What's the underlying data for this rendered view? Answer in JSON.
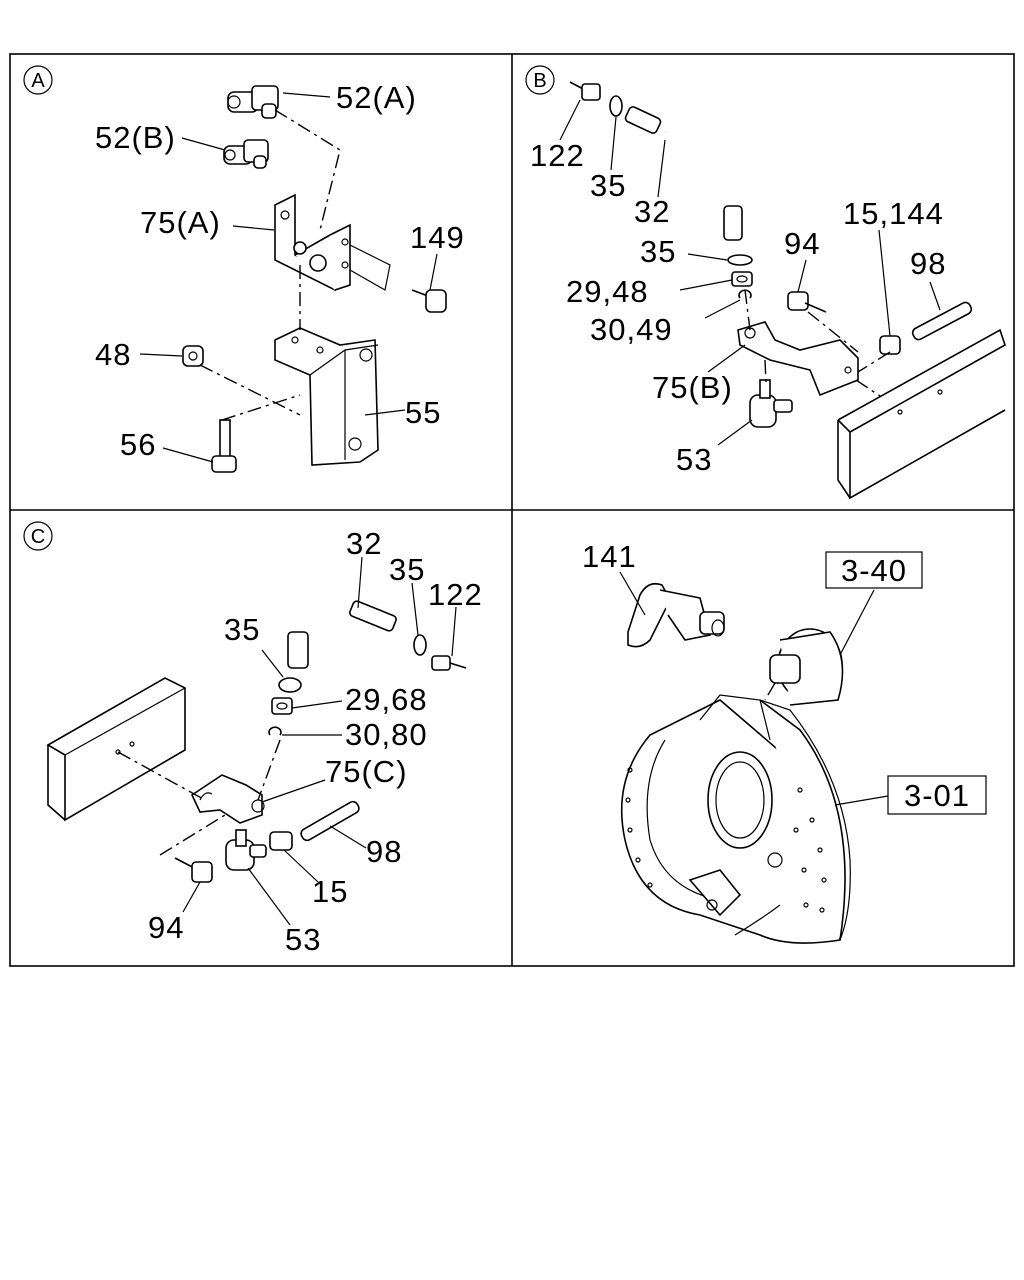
{
  "panels": {
    "a": {
      "marker": "A",
      "labels": {
        "p52a": "52(A)",
        "p52b": "52(B)",
        "p75a": "75(A)",
        "p149": "149",
        "p48": "48",
        "p55": "55",
        "p56": "56"
      }
    },
    "b": {
      "marker": "B",
      "labels": {
        "p122": "122",
        "p35a": "35",
        "p32": "32",
        "p35b": "35",
        "p2948": "29,48",
        "p3049": "30,49",
        "p75b": "75(B)",
        "p53": "53",
        "p94": "94",
        "p15144": "15,144",
        "p98": "98"
      }
    },
    "c": {
      "marker": "C",
      "labels": {
        "p32": "32",
        "p35a": "35",
        "p122": "122",
        "p35b": "35",
        "p2968": "29,68",
        "p3080": "30,80",
        "p75c": "75(C)",
        "p98": "98",
        "p15": "15",
        "p94": "94",
        "p53": "53"
      }
    },
    "d": {
      "labels": {
        "p141": "141",
        "ref340": "3-40",
        "ref301": "3-01"
      }
    }
  }
}
